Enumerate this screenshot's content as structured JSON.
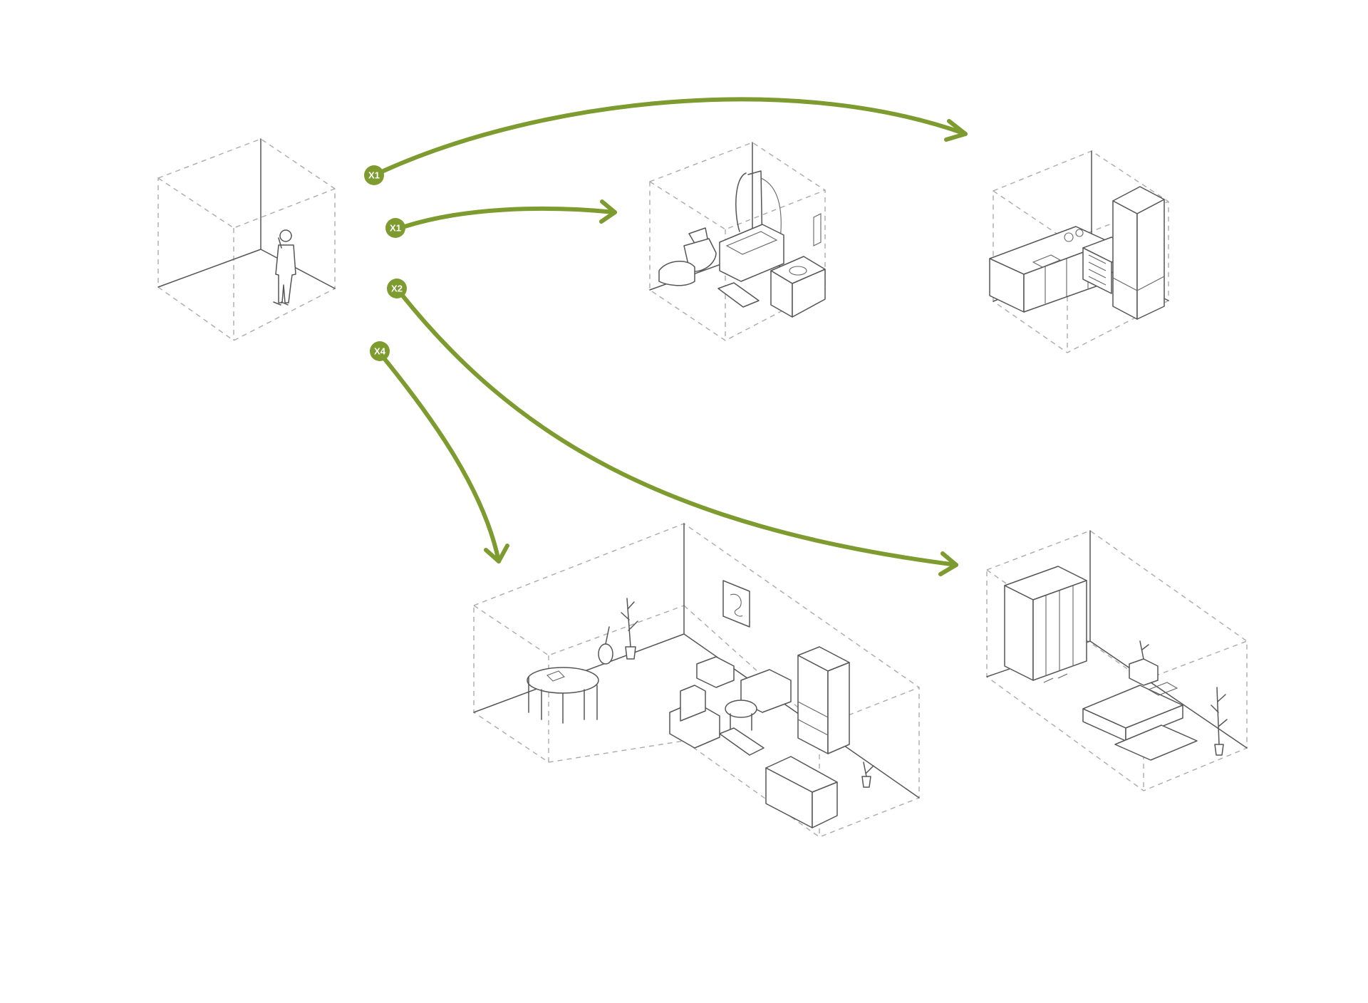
{
  "colors": {
    "accent": "#7d9b2f",
    "line": "#555555",
    "dashed": "#aaaaaa",
    "background": "#ffffff"
  },
  "multipliers": {
    "kitchen": "X1",
    "bathroom": "X1",
    "bedroom": "X2",
    "living": "X4"
  },
  "icons": [
    "person-icon",
    "toilet-icon",
    "bathtub-icon",
    "sink-icon",
    "stove-icon",
    "wardrobe-icon",
    "bed-icon",
    "table-icon",
    "sofa-icon",
    "plant-icon",
    "guitar-icon"
  ]
}
